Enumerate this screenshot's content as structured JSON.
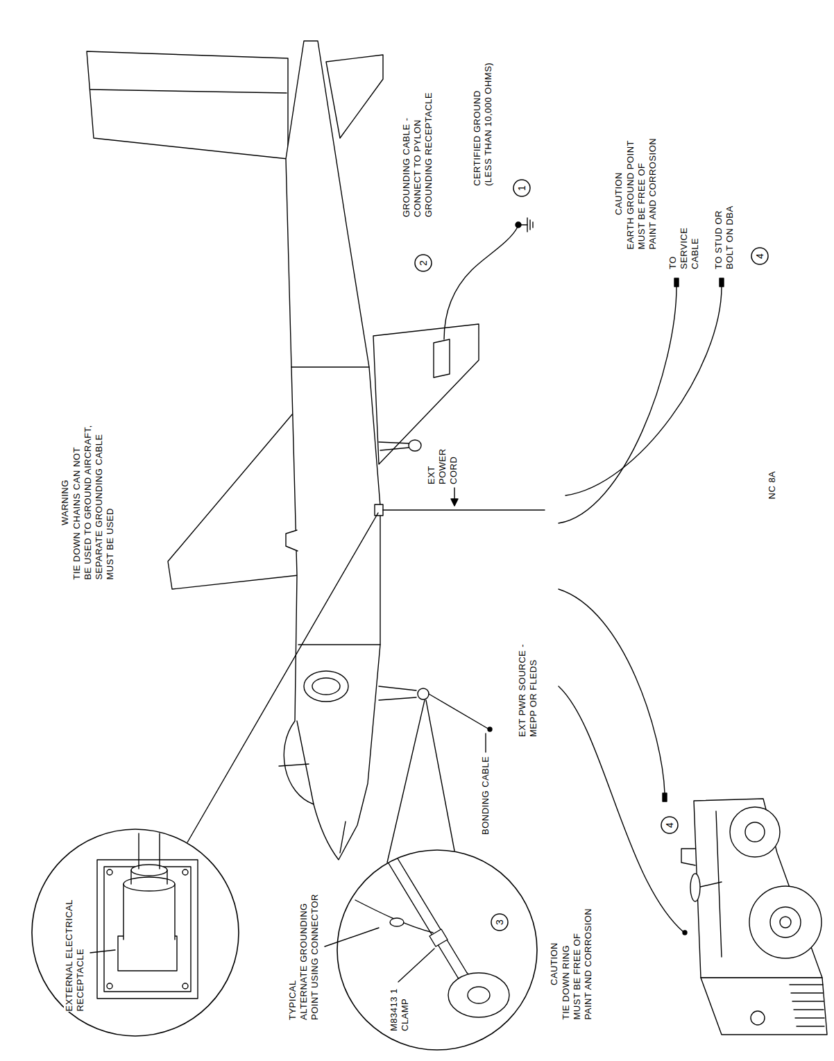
{
  "diagram": {
    "nodes": [
      {
        "text": [
          "EXTERNAL ELECTRICAL RECEPTACLE"
        ]
      },
      {
        "text": [
          "TYPICAL ALTERNATE GROUNDING POINT USING CONNECTOR",
          "M83413 1 CLAMP"
        ]
      },
      {
        "text": [
          "3"
        ],
        "in": 1
      },
      {
        "text": [
          "1"
        ]
      },
      {
        "text": [
          "2"
        ]
      },
      {
        "text": [
          "4"
        ]
      },
      {
        "text": [
          "4"
        ]
      }
    ],
    "labels": [
      "WARNING",
      "TIE DOWN CHAINS CAN NOT BE USED TO GROUND AIRCRAFT, SEPARATE GROUNDING CABLE MUST BE USED",
      "GROUNDING CABLE - CONNECT TO PYLON GROUNDING RECEPTACLE",
      "CERTIFIED GROUND (LESS THAN 10,000 OHMS)",
      "EXT POWER CORD",
      "EXT PWR SOURCE - MEPP OR FLEDS",
      "BONDING CABLE",
      "CAUTION",
      "EARTH GROUND POINT MUST BE FREE OF PAINT AND CORROSION",
      "TO SERVICE CABLE",
      "TO STUD OR BOLT ON DBA",
      "CAUTION",
      "TIE DOWN RING MUST BE FREE OF PAINT AND CORROSION",
      "NC 8A"
    ]
  }
}
